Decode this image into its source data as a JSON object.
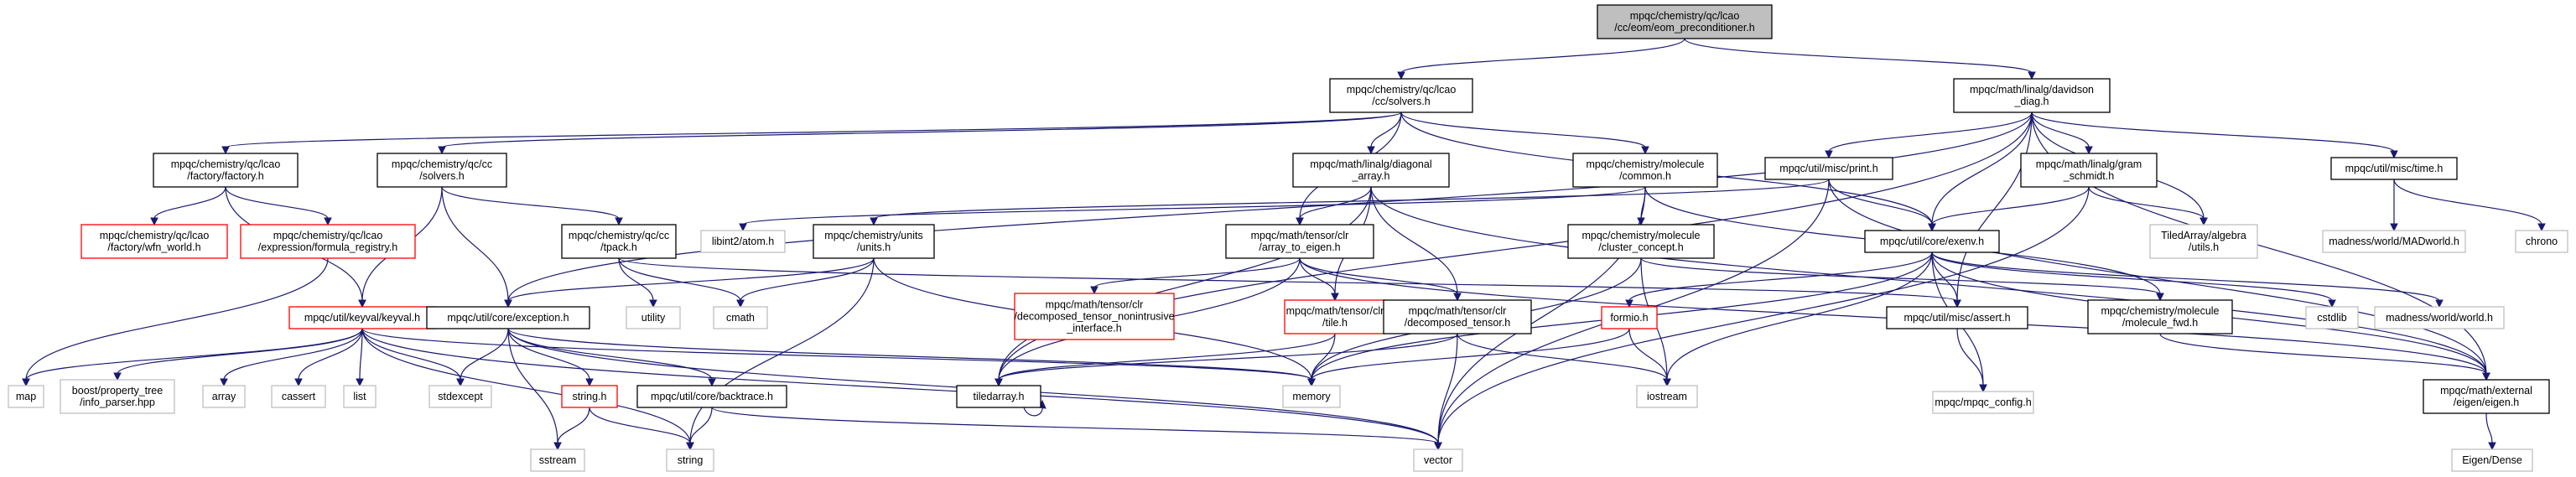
{
  "colors": {
    "edge": "#191970",
    "main_fill": "#bfbfbf",
    "main_border": "#000000",
    "normal_border": "#000000",
    "missing_border": "#ff0000",
    "system_border": "#bfbfbf",
    "fill": "#ffffff"
  },
  "nodes": [
    {
      "id": "root",
      "lines": [
        "mpqc/chemistry/qc/lcao",
        "/cc/eom/eom_preconditioner.h"
      ],
      "kind": "main"
    },
    {
      "id": "solvers_lcao",
      "lines": [
        "mpqc/chemistry/qc/lcao",
        "/cc/solvers.h"
      ],
      "kind": "normal"
    },
    {
      "id": "davidson",
      "lines": [
        "mpqc/math/linalg/davidson",
        "_diag.h"
      ],
      "kind": "normal"
    },
    {
      "id": "factory",
      "lines": [
        "mpqc/chemistry/qc/lcao",
        "/factory/factory.h"
      ],
      "kind": "normal"
    },
    {
      "id": "cc_solvers",
      "lines": [
        "mpqc/chemistry/qc/cc",
        "/solvers.h"
      ],
      "kind": "normal"
    },
    {
      "id": "diag_array",
      "lines": [
        "mpqc/math/linalg/diagonal",
        "_array.h"
      ],
      "kind": "normal"
    },
    {
      "id": "mol_common",
      "lines": [
        "mpqc/chemistry/molecule",
        "/common.h"
      ],
      "kind": "normal"
    },
    {
      "id": "print",
      "lines": [
        "mpqc/util/misc/print.h"
      ],
      "kind": "normal"
    },
    {
      "id": "gram",
      "lines": [
        "mpqc/math/linalg/gram",
        "_schmidt.h"
      ],
      "kind": "normal"
    },
    {
      "id": "time",
      "lines": [
        "mpqc/util/misc/time.h"
      ],
      "kind": "normal"
    },
    {
      "id": "wfn_world",
      "lines": [
        "mpqc/chemistry/qc/lcao",
        "/factory/wfn_world.h"
      ],
      "kind": "missing"
    },
    {
      "id": "formula_reg",
      "lines": [
        "mpqc/chemistry/qc/lcao",
        "/expression/formula_registry.h"
      ],
      "kind": "missing"
    },
    {
      "id": "tpack",
      "lines": [
        "mpqc/chemistry/qc/cc",
        "/tpack.h"
      ],
      "kind": "normal"
    },
    {
      "id": "libint_atom",
      "lines": [
        "libint2/atom.h"
      ],
      "kind": "system"
    },
    {
      "id": "units",
      "lines": [
        "mpqc/chemistry/units",
        "/units.h"
      ],
      "kind": "normal"
    },
    {
      "id": "arr_to_eigen",
      "lines": [
        "mpqc/math/tensor/clr",
        "/array_to_eigen.h"
      ],
      "kind": "normal"
    },
    {
      "id": "cluster",
      "lines": [
        "mpqc/chemistry/molecule",
        "/cluster_concept.h"
      ],
      "kind": "normal"
    },
    {
      "id": "exenv",
      "lines": [
        "mpqc/util/core/exenv.h"
      ],
      "kind": "normal"
    },
    {
      "id": "tiledarray_utils",
      "lines": [
        "TiledArray/algebra",
        "/utils.h"
      ],
      "kind": "system"
    },
    {
      "id": "madworld",
      "lines": [
        "madness/world/MADworld.h"
      ],
      "kind": "system"
    },
    {
      "id": "chrono",
      "lines": [
        "chrono"
      ],
      "kind": "system"
    },
    {
      "id": "keyval",
      "lines": [
        "mpqc/util/keyval/keyval.h"
      ],
      "kind": "missing"
    },
    {
      "id": "exception",
      "lines": [
        "mpqc/util/core/exception.h"
      ],
      "kind": "normal"
    },
    {
      "id": "utility",
      "lines": [
        "utility"
      ],
      "kind": "system"
    },
    {
      "id": "cmath",
      "lines": [
        "cmath"
      ],
      "kind": "system"
    },
    {
      "id": "nonintrusive",
      "lines": [
        "mpqc/math/tensor/clr",
        "/decomposed_tensor_nonintrusive",
        "_interface.h"
      ],
      "kind": "missing"
    },
    {
      "id": "tile",
      "lines": [
        "mpqc/math/tensor/clr",
        "/tile.h"
      ],
      "kind": "missing"
    },
    {
      "id": "decomposed",
      "lines": [
        "mpqc/math/tensor/clr",
        "/decomposed_tensor.h"
      ],
      "kind": "normal"
    },
    {
      "id": "formio",
      "lines": [
        "formio.h"
      ],
      "kind": "missing"
    },
    {
      "id": "assert",
      "lines": [
        "mpqc/util/misc/assert.h"
      ],
      "kind": "normal"
    },
    {
      "id": "mol_fwd",
      "lines": [
        "mpqc/chemistry/molecule",
        "/molecule_fwd.h"
      ],
      "kind": "normal"
    },
    {
      "id": "cstdlib",
      "lines": [
        "cstdlib"
      ],
      "kind": "system"
    },
    {
      "id": "mad_world",
      "lines": [
        "madness/world/world.h"
      ],
      "kind": "system"
    },
    {
      "id": "map",
      "lines": [
        "map"
      ],
      "kind": "system"
    },
    {
      "id": "boost_ptree",
      "lines": [
        "boost/property_tree",
        "/info_parser.hpp"
      ],
      "kind": "system"
    },
    {
      "id": "array",
      "lines": [
        "array"
      ],
      "kind": "system"
    },
    {
      "id": "cassert",
      "lines": [
        "cassert"
      ],
      "kind": "system"
    },
    {
      "id": "list",
      "lines": [
        "list"
      ],
      "kind": "system"
    },
    {
      "id": "stdexcept",
      "lines": [
        "stdexcept"
      ],
      "kind": "system"
    },
    {
      "id": "string_h",
      "lines": [
        "string.h"
      ],
      "kind": "missing"
    },
    {
      "id": "backtrace",
      "lines": [
        "mpqc/util/core/backtrace.h"
      ],
      "kind": "normal"
    },
    {
      "id": "tiledarray",
      "lines": [
        "tiledarray.h"
      ],
      "kind": "normal"
    },
    {
      "id": "memory",
      "lines": [
        "memory"
      ],
      "kind": "system"
    },
    {
      "id": "iostream",
      "lines": [
        "iostream"
      ],
      "kind": "system"
    },
    {
      "id": "mpqc_config",
      "lines": [
        "mpqc/mpqc_config.h"
      ],
      "kind": "system"
    },
    {
      "id": "eigen",
      "lines": [
        "mpqc/math/external",
        "/eigen/eigen.h"
      ],
      "kind": "normal"
    },
    {
      "id": "sstream",
      "lines": [
        "sstream"
      ],
      "kind": "system"
    },
    {
      "id": "string",
      "lines": [
        "string"
      ],
      "kind": "system"
    },
    {
      "id": "vector",
      "lines": [
        "vector"
      ],
      "kind": "system"
    },
    {
      "id": "eigen_dense",
      "lines": [
        "Eigen/Dense"
      ],
      "kind": "system"
    }
  ]
}
